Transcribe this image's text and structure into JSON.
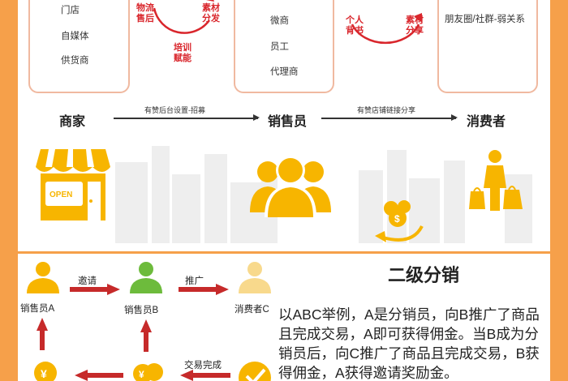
{
  "top_boxes": {
    "merchant_channels": [
      "门店",
      "自媒体",
      "供货商"
    ],
    "cycle_1": [
      "物流\n售后",
      "素材\n分发",
      "培训\n赋能"
    ],
    "seller_channels": [
      "微商",
      "员工",
      "代理商"
    ],
    "cycle_2": [
      "个人\n背书",
      "素材\n分享"
    ],
    "consumer_channels": "朋友圈/社群-弱关系"
  },
  "roles": {
    "merchant": "商家",
    "seller": "销售员",
    "consumer": "消费者"
  },
  "flows": {
    "merchant_to_seller": "有赞后台设置-招募",
    "seller_to_consumer": "有赞店铺链接分享"
  },
  "store_sign": "OPEN",
  "bottom": {
    "nodes": {
      "a": "销售员A",
      "b": "销售员B",
      "c": "消费者C"
    },
    "edges": {
      "invite": "邀请",
      "promote": "推广",
      "deal": "交易完成"
    },
    "title": "二级分销",
    "description": "以ABC举例，A是分销员，向B推广了商品且完成交易，A即可获得佣金。当B成为分销员后，向C推广了商品且完成交易，B获得佣金，A获得邀请奖励金。"
  },
  "colors": {
    "background": "#f6a04a",
    "accent_red": "#d9262c",
    "icon_yellow": "#f7b500",
    "icon_green": "#6dbb3c",
    "icon_pale": "#f8d98c"
  }
}
